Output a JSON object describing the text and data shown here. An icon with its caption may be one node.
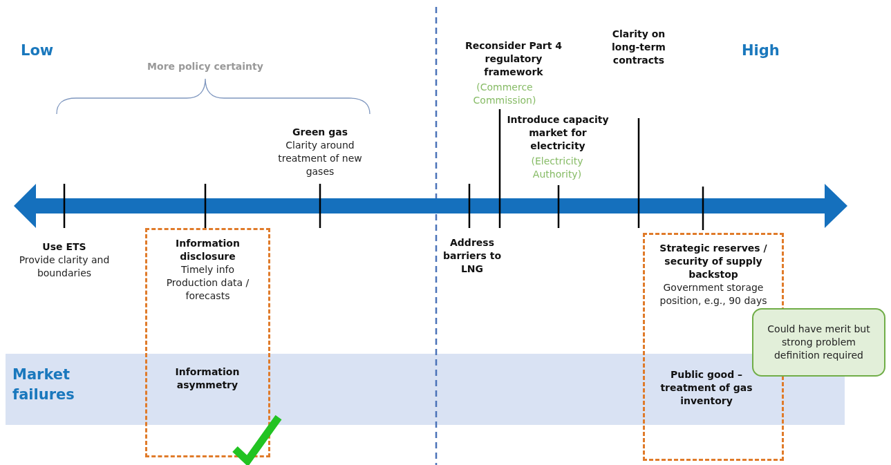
{
  "diagram": {
    "nodes": [
      {
        "text": [
          "Market failures"
        ]
      },
      {
        "text": [
          "Information disclosure",
          "Timely info",
          "Production data / forecasts"
        ]
      },
      {
        "text": [
          "Strategic reserves / security of supply backstop",
          "Government storage position, e.g., 90 days"
        ]
      },
      {
        "text": [
          "Could have merit but strong problem definition required"
        ]
      }
    ],
    "edges": [],
    "labels": [
      "Low",
      "Clarity on long-term contracts",
      "High",
      "Reconsider Part 4 regulatory framework",
      "(Commerce Commission)",
      "More policy certainty",
      "Introduce capacity market for electricity",
      "(Electricity Authority)",
      "Green gas",
      "Clarity around treatment of new gases",
      "Use ETS",
      "Provide clarity and boundaries",
      "Address barriers to LNG",
      "Information asymmetry",
      "Public good – treatment of gas inventory"
    ]
  }
}
